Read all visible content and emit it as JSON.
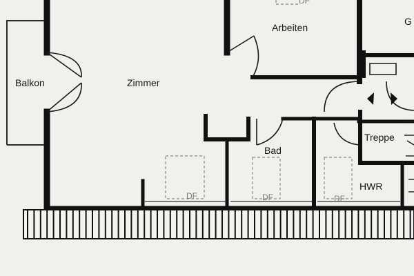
{
  "plan": {
    "rooms": {
      "balkon": "Balkon",
      "zimmer": "Zimmer",
      "arbeiten": "Arbeiten",
      "bad": "Bad",
      "treppe": "Treppe",
      "hwr": "HWR",
      "partial_right": "G"
    },
    "windows": {
      "top": "DF",
      "zimmer": "DF",
      "bad": "DF",
      "hwr": "DF"
    },
    "colors": {
      "wall": "#111111",
      "paper": "#f0f1ed",
      "dashed": "#9b9b9b"
    }
  }
}
